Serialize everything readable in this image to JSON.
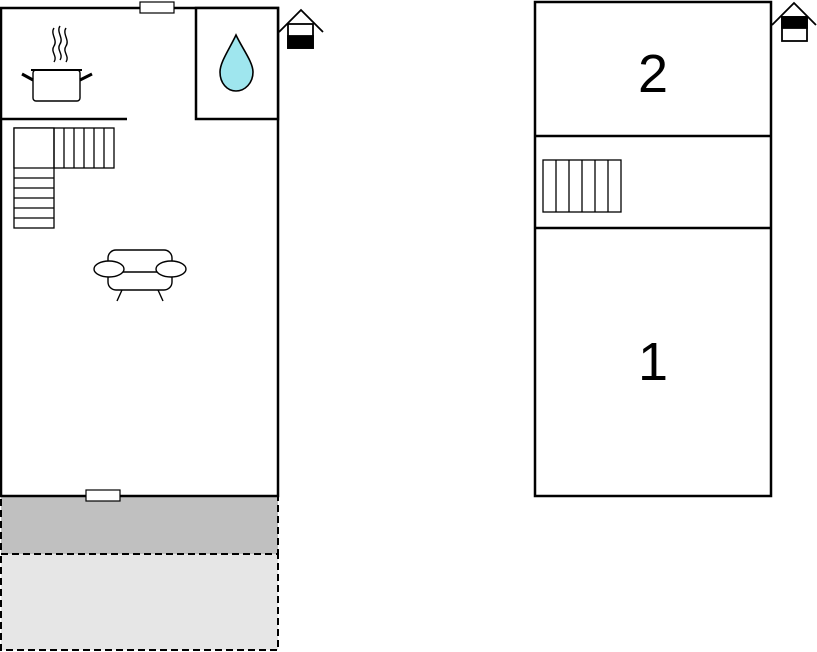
{
  "floors": [
    {
      "name": "ground-floor",
      "level_icon": "house-level-icon-bottom",
      "rooms": [
        {
          "type": "kitchen",
          "icon": "cooking-pot-icon"
        },
        {
          "type": "bathroom",
          "icon": "water-drop-icon"
        },
        {
          "type": "living-room",
          "icon": "armchair-icon"
        },
        {
          "type": "staircase",
          "icon": "stairs-icon"
        },
        {
          "type": "covered-terrace"
        },
        {
          "type": "open-terrace"
        }
      ]
    },
    {
      "name": "upper-floor",
      "level_icon": "house-level-icon-top",
      "rooms": [
        {
          "type": "bedroom",
          "label": "2"
        },
        {
          "type": "staircase",
          "icon": "stairs-icon"
        },
        {
          "type": "bedroom",
          "label": "1"
        }
      ]
    }
  ],
  "colors": {
    "wall": "#000000",
    "water_drop": "#9fe6ee",
    "covered_terrace": "#c0c0c0",
    "open_terrace": "#e6e6e6",
    "background": "#ffffff"
  }
}
